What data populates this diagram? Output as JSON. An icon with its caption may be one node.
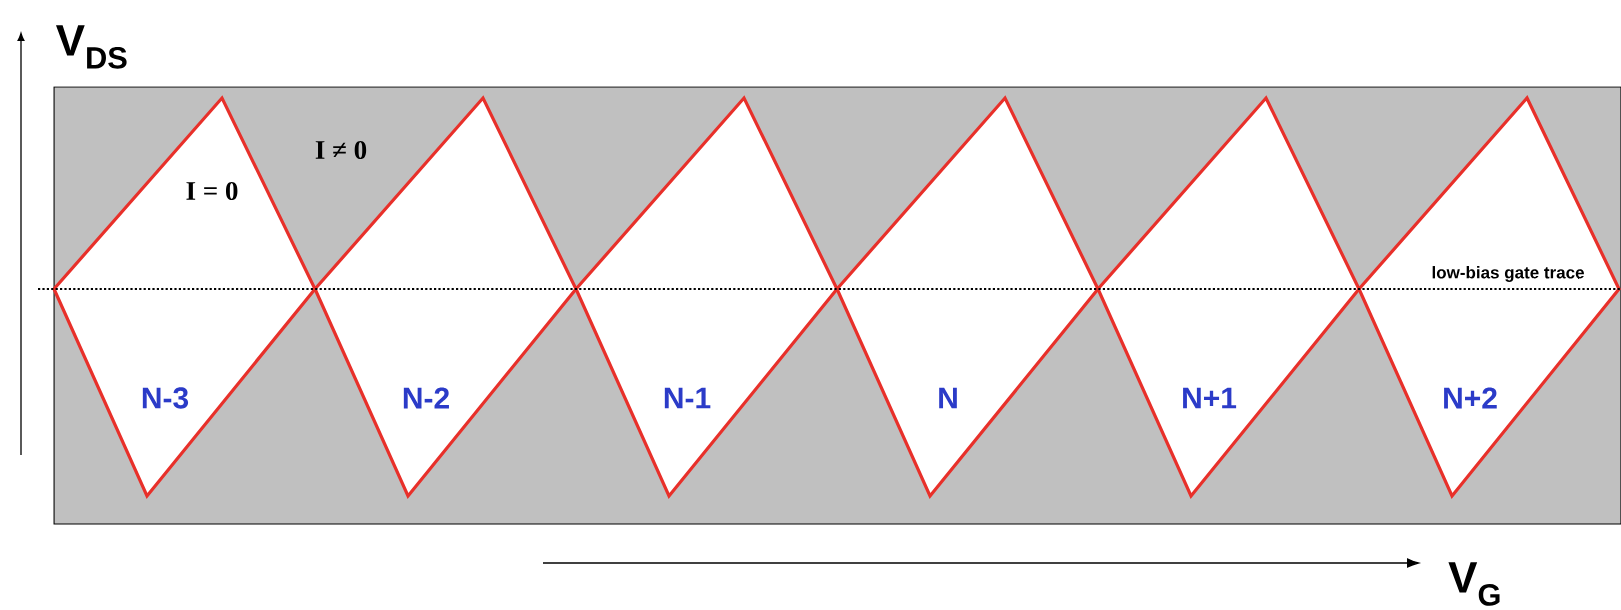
{
  "diagram": {
    "nodes": [
      {
        "text": [
          "N-3"
        ]
      },
      {
        "text": [
          "N-2"
        ]
      },
      {
        "text": [
          "N-1"
        ]
      },
      {
        "text": [
          "N"
        ]
      },
      {
        "text": [
          "N+1"
        ]
      },
      {
        "text": [
          "N+2"
        ]
      }
    ],
    "labels": [
      "V$_{DS}$",
      "I ≠ 0",
      "I = 0",
      "low-bias gate trace",
      "V$_{G}$"
    ]
  }
}
